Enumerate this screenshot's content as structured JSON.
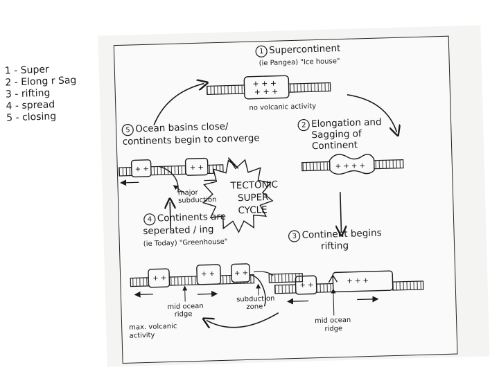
{
  "margin_notes": [
    "1 - Super",
    "2 - Elong r Sag",
    "3 - rifting",
    "4 - spread",
    "5 - closing"
  ],
  "stage1": {
    "title": "Supercontinent",
    "number": "1",
    "subtitle": "(ie Pangea) \"Ice house\"",
    "note": "no volcanic activity"
  },
  "stage2": {
    "number": "2",
    "line1": "Elongation and",
    "line2": "Sagging of",
    "line3": "Continent"
  },
  "stage3": {
    "number": "3",
    "line1": "Continent begins",
    "line2": "rifting",
    "ridge": "mid ocean",
    "ridge2": "ridge"
  },
  "stage4": {
    "number": "4",
    "line1": "Continents are",
    "line2": "seperated / ing",
    "line3": "(ie Today) \"Greenhouse\"",
    "ridge": "mid ocean",
    "ridge2": "ridge",
    "zone": "subduction",
    "zone2": "zone",
    "volcanic": "max. volcanic",
    "volcanic2": "activity"
  },
  "stage5": {
    "number": "5",
    "line1": "Ocean basins close/",
    "line2": "continents begin to converge",
    "sub1": "major",
    "sub2": "subduction"
  },
  "center": {
    "line1": "TECTONIC",
    "line2": "SUPER",
    "line3": "CYCLE"
  },
  "colors": {
    "ink": "#1a1a1a",
    "paper": "#f4f4f2",
    "ghost_text": "#c9c9c9"
  }
}
